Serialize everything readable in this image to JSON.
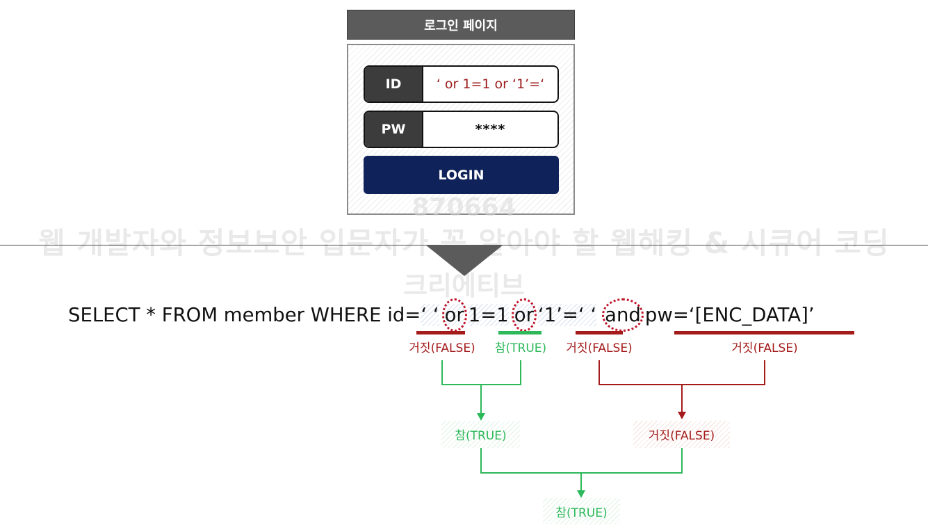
{
  "login": {
    "title": "로그인 페이지",
    "id_label": "ID",
    "id_value": "‘ or 1=1 or ‘1’=‘",
    "pw_label": "PW",
    "pw_value": "****",
    "login_button": "LOGIN"
  },
  "watermark": {
    "number": "870664",
    "title": "웹 개발자와 정보보안 입문자가 꼭 알아야 할 웹해킹 & 시큐어 코딩",
    "subtitle": "크리에티브"
  },
  "sql": {
    "prefix": "SELECT * FROM member WHERE id=",
    "empty_string": "‘ ‘",
    "or1": "or",
    "cond_true": "1=1",
    "or2": "or",
    "cond_str": "‘1’=‘ ‘",
    "and": "and",
    "pw_part": "pw=‘[ENC_DATA]’"
  },
  "labels": {
    "false_1": "거짓(FALSE)",
    "true_1": "참(TRUE)",
    "false_2": "거짓(FALSE)",
    "false_3": "거짓(FALSE)",
    "result_left": "참(TRUE)",
    "result_right": "거짓(FALSE)",
    "result_final": "참(TRUE)"
  },
  "colors": {
    "true": "#2db85a",
    "false": "#a41b1b",
    "navy": "#0f2259"
  }
}
